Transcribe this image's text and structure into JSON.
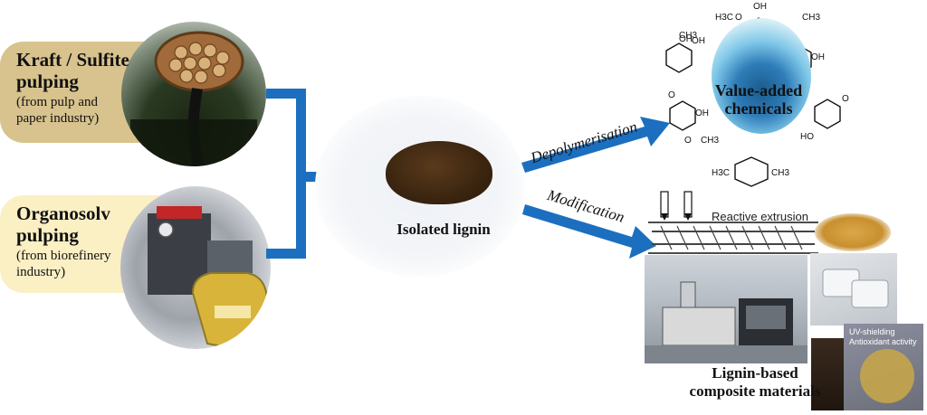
{
  "sources": [
    {
      "title_lines": [
        "Kraft / Sulfite",
        "pulping"
      ],
      "sub_lines": [
        "(from pulp and",
        "paper industry)"
      ]
    },
    {
      "title_lines": [
        "Organosolv",
        "pulping"
      ],
      "sub_lines": [
        "(from biorefinery",
        "industry)"
      ]
    }
  ],
  "center": {
    "label": "Isolated lignin"
  },
  "arrows": {
    "top": "Depolymerisation",
    "bottom": "Modification"
  },
  "chemicals": {
    "label_lines": [
      "Value-added",
      "chemicals"
    ],
    "struct_labels": [
      "OH",
      "H3C",
      "O",
      "CH3",
      "CH3",
      "OH",
      "OH",
      "OH",
      "O",
      "OH",
      "O",
      "HO",
      "H3C",
      "CH3",
      "O",
      "CH3"
    ]
  },
  "composites": {
    "extrusion_label": "Reactive extrusion",
    "label_lines": [
      "Lignin-based",
      "composite materials"
    ],
    "film_text_lines": [
      "UV-shielding",
      "Antioxidant activity"
    ]
  },
  "colors": {
    "arrow": "#1c6fbf",
    "kraft_box": "#d8c38e",
    "organo_box": "#fbefc4"
  }
}
